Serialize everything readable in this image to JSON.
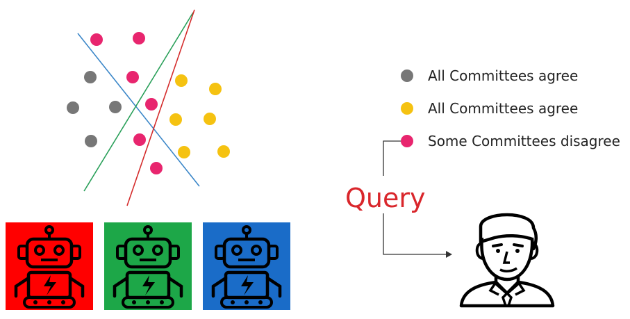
{
  "diagram": {
    "legend": [
      {
        "label": "All Committees agree",
        "color": "#777777"
      },
      {
        "label": "All Committees agree",
        "color": "#f5c211"
      },
      {
        "label": "Some Committees disagree",
        "color": "#e8256e"
      }
    ],
    "query_label": "Query",
    "points": {
      "gray": "#777777",
      "yellow": "#f5c211",
      "pink": "#e8256e"
    },
    "committee_lines": [
      {
        "color": "#3a86c8",
        "icon": "blue-line"
      },
      {
        "color": "#2aa05a",
        "icon": "green-line"
      },
      {
        "color": "#d42b2b",
        "icon": "red-line"
      }
    ],
    "robots": [
      {
        "name": "red-robot",
        "background": "#ff0000"
      },
      {
        "name": "green-robot",
        "background": "#1da748"
      },
      {
        "name": "blue-robot",
        "background": "#1a6cc8"
      }
    ],
    "oracle_icon": "human-annotator-icon"
  }
}
